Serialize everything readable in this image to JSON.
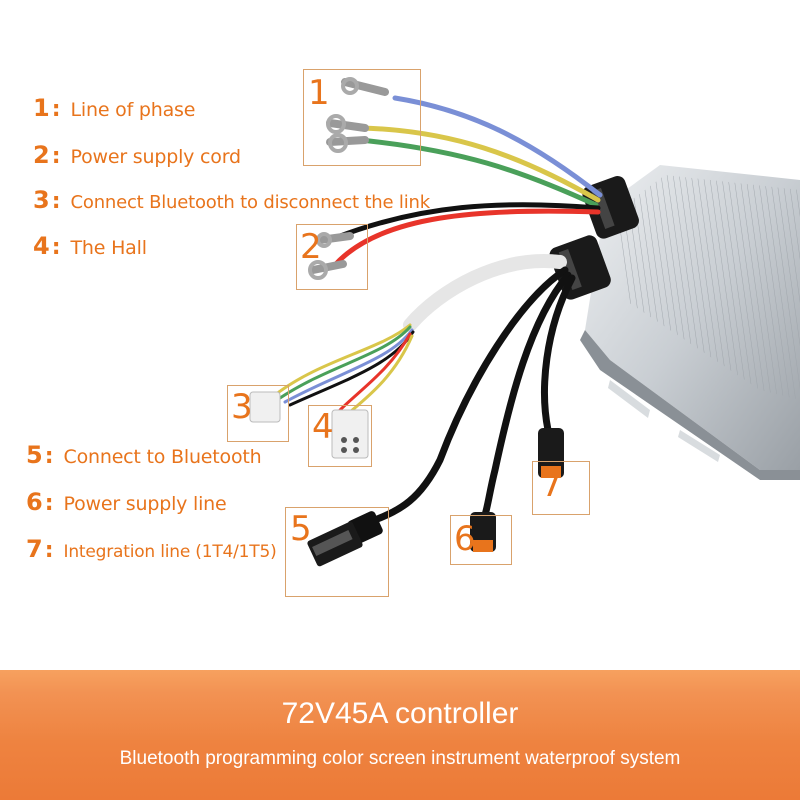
{
  "legend_top": [
    {
      "num": "1",
      "label": "Line of phase"
    },
    {
      "num": "2",
      "label": "Power supply cord"
    },
    {
      "num": "3",
      "label": "Connect Bluetooth to disconnect the link"
    },
    {
      "num": "4",
      "label": "The Hall"
    }
  ],
  "legend_bottom": [
    {
      "num": "5",
      "label": "Connect to Bluetooth"
    },
    {
      "num": "6",
      "label": "Power supply line"
    },
    {
      "num": "7",
      "label": "Integration line (1T4/1T5)"
    }
  ],
  "callouts": [
    "1",
    "2",
    "3",
    "4",
    "5",
    "6",
    "7"
  ],
  "banner": {
    "title": "72V45A controller",
    "subtitle": "Bluetooth programming color screen instrument waterproof system"
  },
  "colors": {
    "accent": "#e8741c",
    "banner": "#ee8340",
    "wire_blue": "#7a8fd6",
    "wire_yellow": "#d9c64a",
    "wire_green": "#4aa05a",
    "wire_red": "#e8342a",
    "wire_black": "#111111"
  }
}
